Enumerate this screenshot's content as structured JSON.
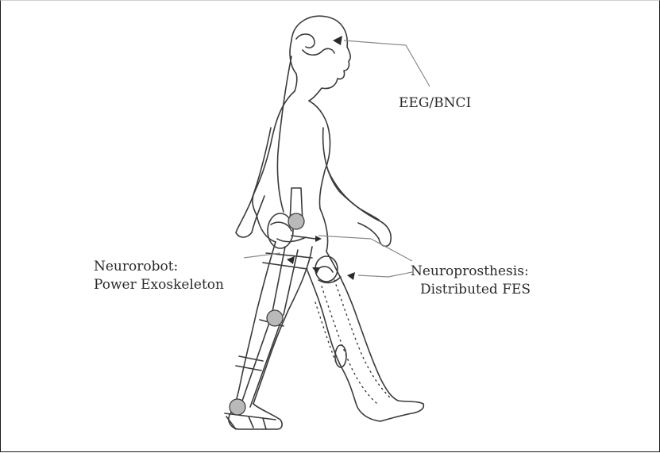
{
  "labels": {
    "eeg": "EEG/BNCI",
    "neurorobot_line1": "Neurorobot:",
    "neurorobot_line2": "Power Exoskeleton",
    "neuroprosthesis_line1": "Neuroprosthesis:",
    "neuroprosthesis_line2": "Distributed FES"
  },
  "colors": {
    "outline": "#3a3a3a",
    "joint_fill": "#b9b9b9",
    "leader_line": "#8a8a8a",
    "text": "#2a2a2a",
    "background": "#ffffff"
  }
}
